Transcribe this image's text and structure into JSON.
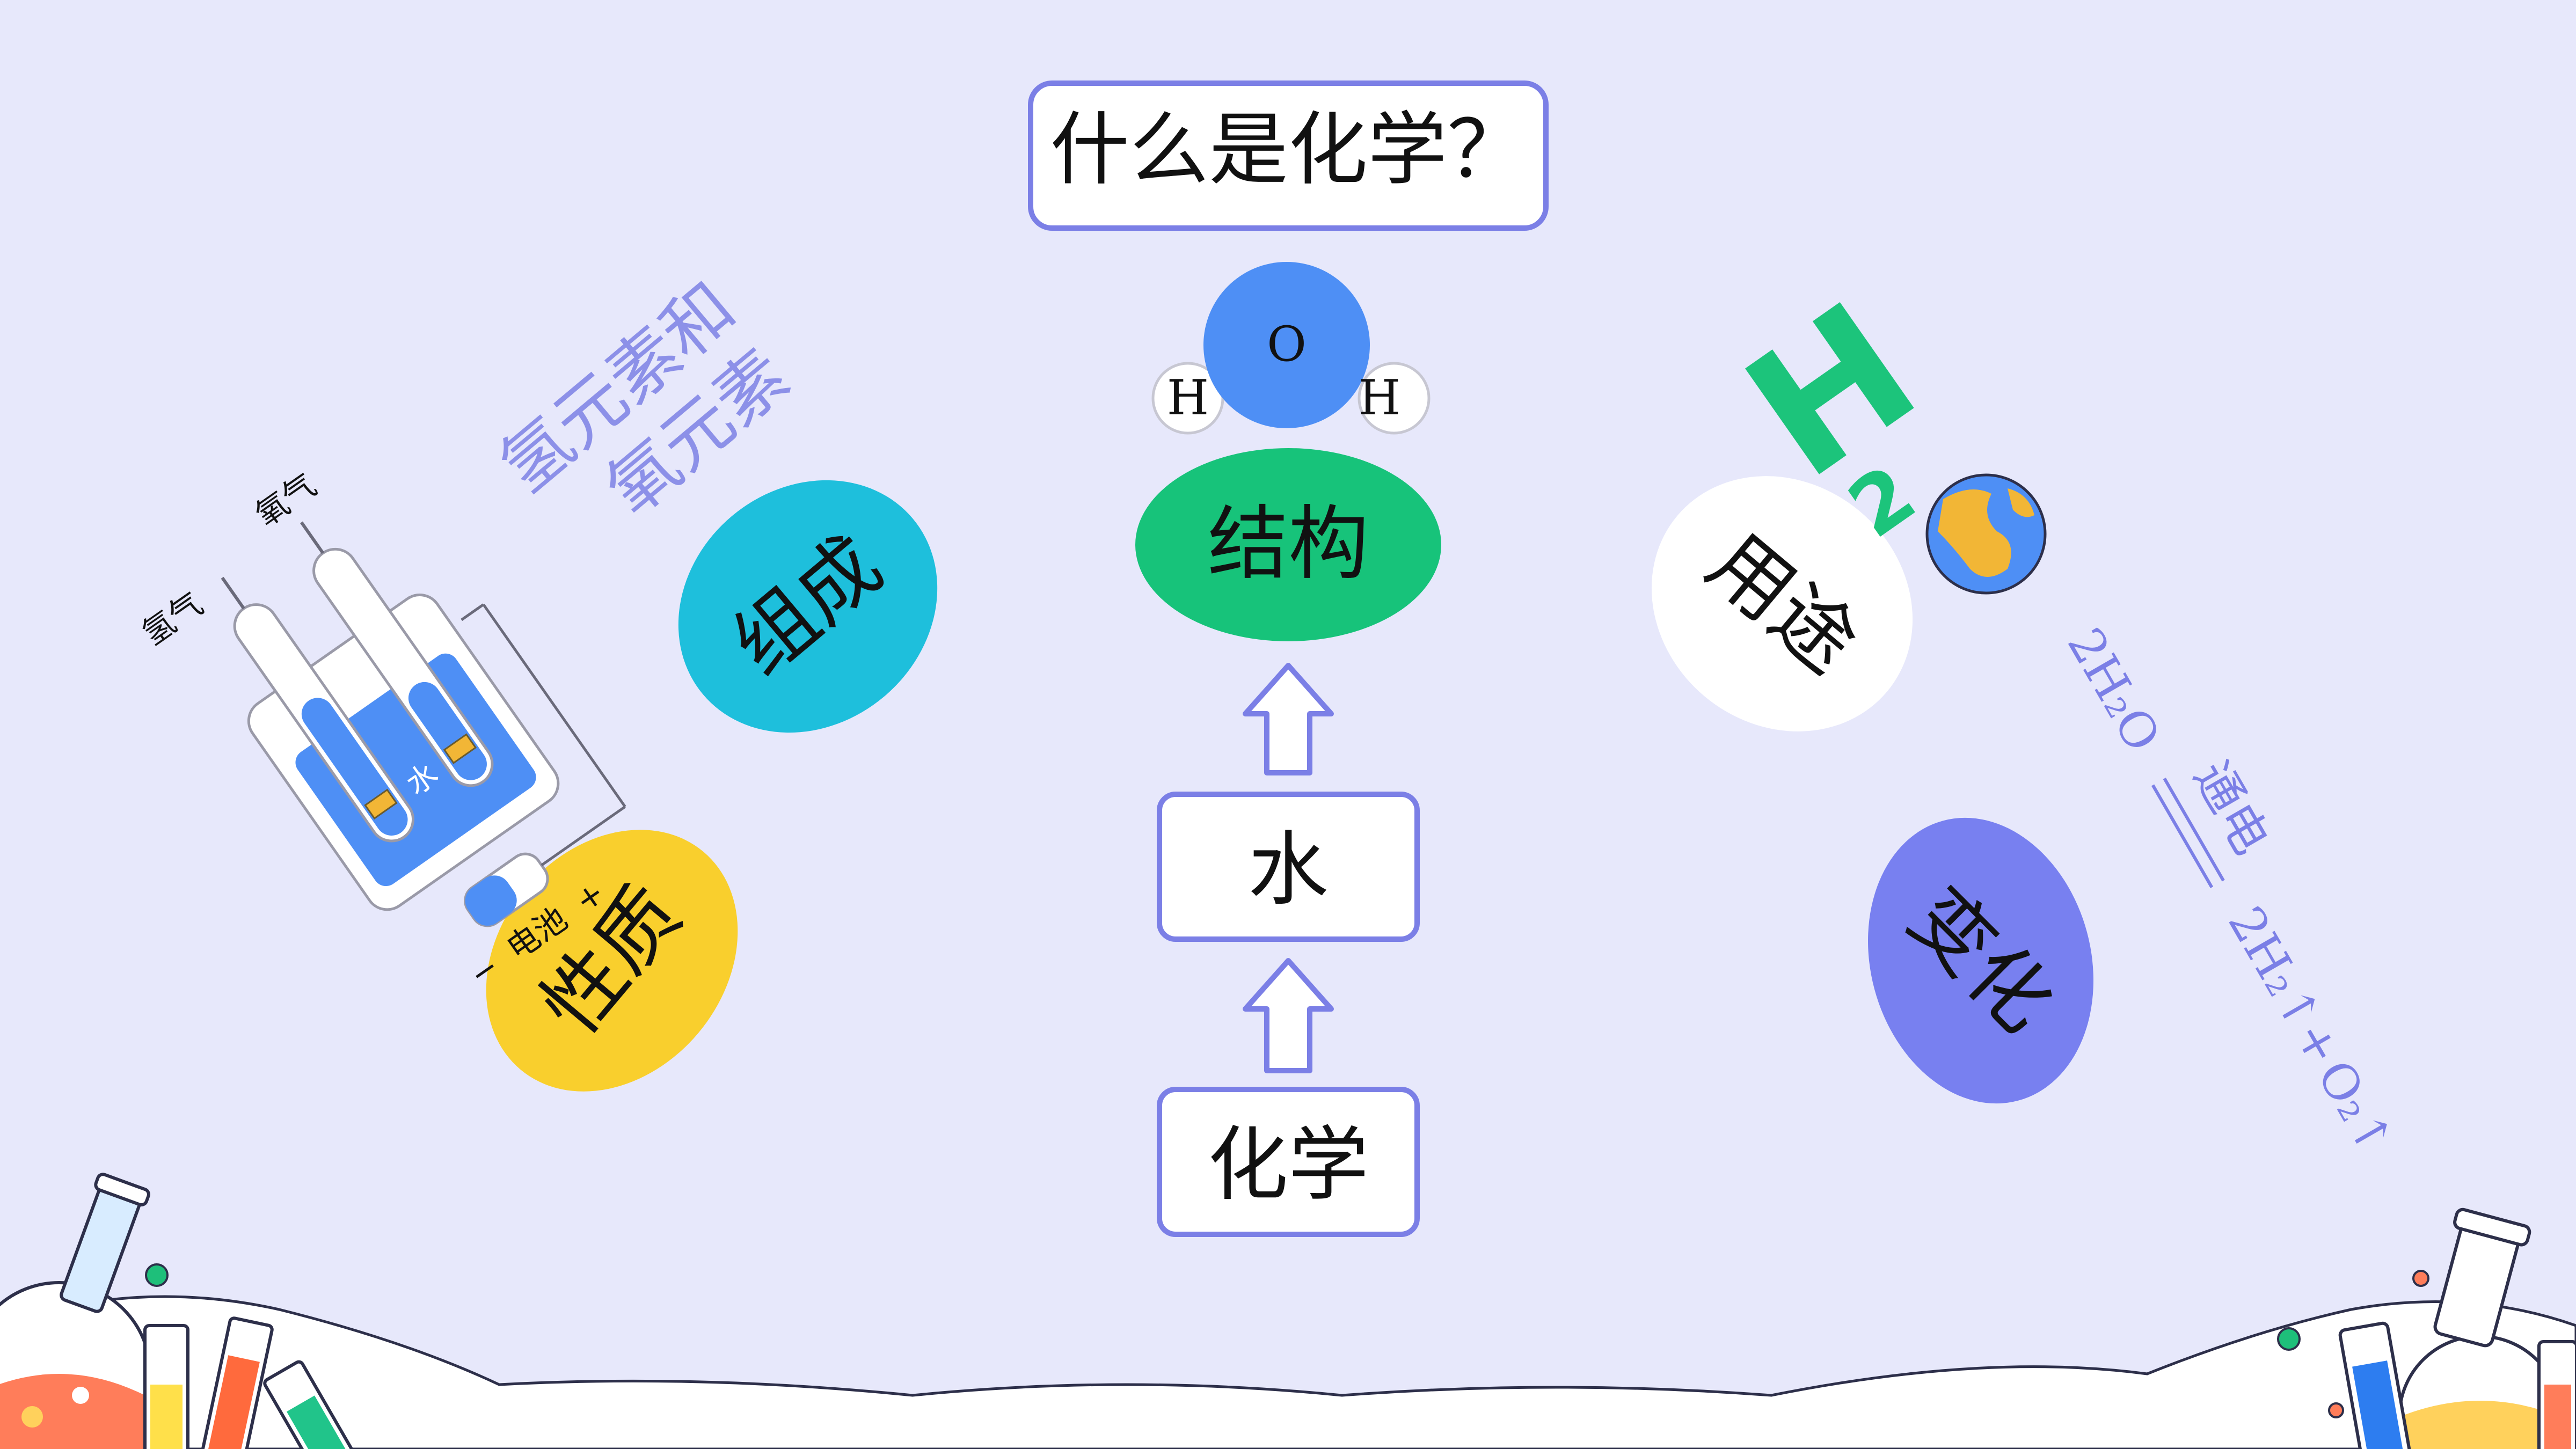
{
  "title": "什么是化学？",
  "flow": {
    "chemistry": "化学",
    "water": "水",
    "structure": "结构"
  },
  "molecule": {
    "oxygen": "O",
    "hydrogen_left": "H",
    "hydrogen_right": "H"
  },
  "aspects": {
    "composition": "组成",
    "property": "性质",
    "usage": "用途",
    "change": "变化"
  },
  "composition_note": {
    "line1": "氢元素和",
    "line2": "氧元素"
  },
  "h2o_logo": {
    "h": "H",
    "two": "2",
    "o_icon": "earth-globe"
  },
  "apparatus_labels": {
    "oxygen": "氧气",
    "hydrogen": "氢气",
    "water": "水",
    "battery": "电池",
    "minus": "−",
    "plus": "+"
  },
  "equation": {
    "reactant": "2H₂O",
    "condition": "通电",
    "product1": "2H₂↑",
    "plus": "+",
    "product2": "O₂↑"
  },
  "colors": {
    "background": "#e7e8fb",
    "box_border": "#7b7fe6",
    "structure": "#17c37a",
    "composition": "#1ebfdc",
    "property": "#f9cf2d",
    "usage": "#ffffff",
    "change": "#7880f0",
    "note_text": "#8c90e8",
    "oxygen_atom": "#4e8ff5",
    "h2o_logo": "#1cc47b"
  }
}
